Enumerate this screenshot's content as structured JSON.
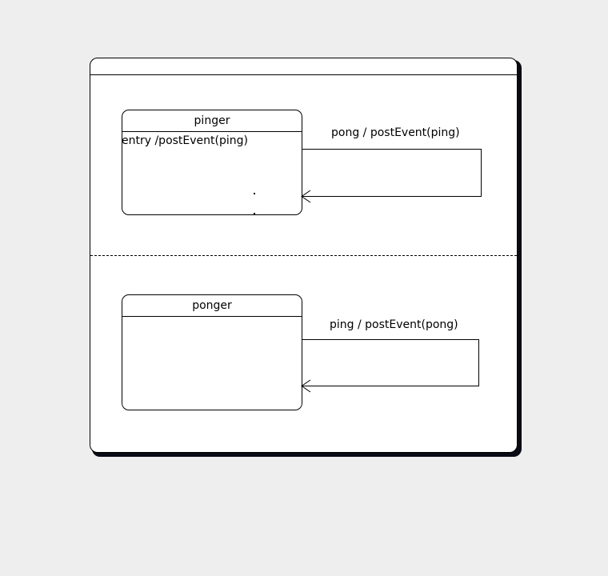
{
  "diagram": {
    "type": "uml-state-machine",
    "background_color": "#eeeeee",
    "stroke_color": "#000000",
    "fill_color": "#ffffff",
    "frame": {
      "title": "",
      "regions_separator": "dashed"
    },
    "states": [
      {
        "id": "pinger",
        "name": "pinger",
        "action": "entry /postEvent(ping)",
        "ellipsis": true
      },
      {
        "id": "ponger",
        "name": "ponger",
        "action": "",
        "ellipsis": false
      }
    ],
    "transitions": [
      {
        "id": "pinger-self",
        "source": "pinger",
        "target": "pinger",
        "label": "pong / postEvent(ping)",
        "kind": "self-loop",
        "arrowhead": "open"
      },
      {
        "id": "ponger-self",
        "source": "ponger",
        "target": "ponger",
        "label": "ping / postEvent(pong)",
        "kind": "self-loop",
        "arrowhead": "open"
      }
    ]
  }
}
